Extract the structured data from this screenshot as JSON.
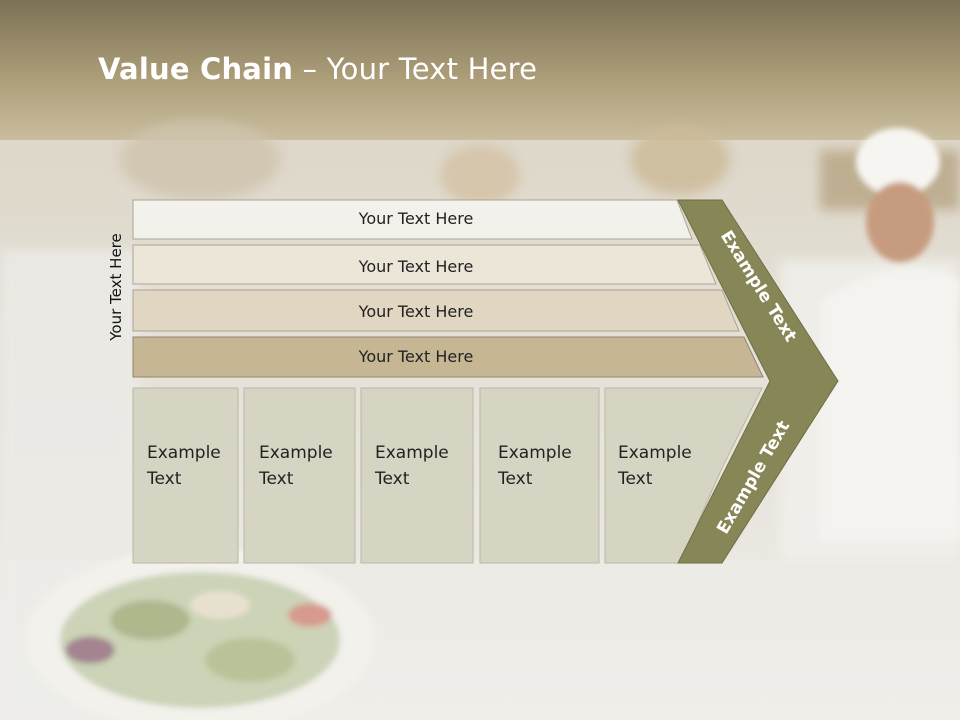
{
  "slide": {
    "title_bold": "Value Chain",
    "title_rest": " – Your Text Here",
    "side_label": "Your Text Here",
    "bars": [
      {
        "label": "Your Text Here",
        "color": "#f3f1ec"
      },
      {
        "label": "Your Text Here",
        "color": "#ece6d9"
      },
      {
        "label": "Your Text Here",
        "color": "#e1d6c1"
      },
      {
        "label": "Your Text Here",
        "color": "#c7b694"
      }
    ],
    "cells": [
      {
        "line1": "Example",
        "line2": "Text"
      },
      {
        "line1": "Example",
        "line2": "Text"
      },
      {
        "line1": "Example",
        "line2": "Text"
      },
      {
        "line1": "Example",
        "line2": "Text"
      },
      {
        "line1": "Example",
        "line2": "Text"
      }
    ],
    "chevron": {
      "top_text": "Example Text",
      "bottom_text": "Example Text",
      "color": "#878657"
    },
    "colors": {
      "header_band": "#a89c7b",
      "cell_fill": "#d6d5c3",
      "cell_border": "#b9b8a4"
    }
  }
}
